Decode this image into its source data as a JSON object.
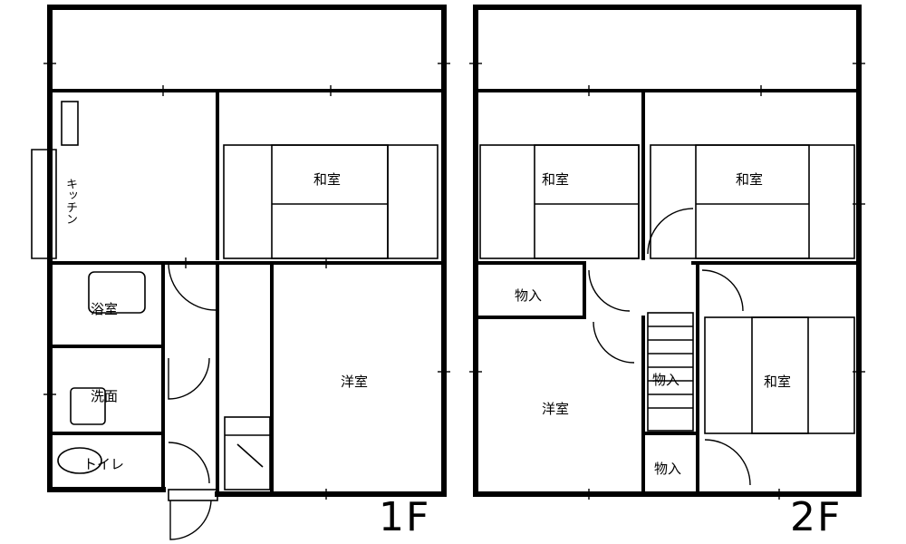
{
  "floors": [
    {
      "label": "1F",
      "rooms": {
        "washitsu": "和室",
        "youshitsu": "洋室",
        "yokushitsu": "浴室",
        "senmen": "洗面",
        "toilet": "トイレ",
        "kitchen": "キッチン"
      }
    },
    {
      "label": "2F",
      "rooms": {
        "washitsu_left": "和室",
        "washitsu_right": "和室",
        "washitsu_lower": "和室",
        "youshitsu": "洋室",
        "monoire_1": "物入",
        "monoire_2": "物入",
        "monoire_3": "物入"
      }
    }
  ]
}
